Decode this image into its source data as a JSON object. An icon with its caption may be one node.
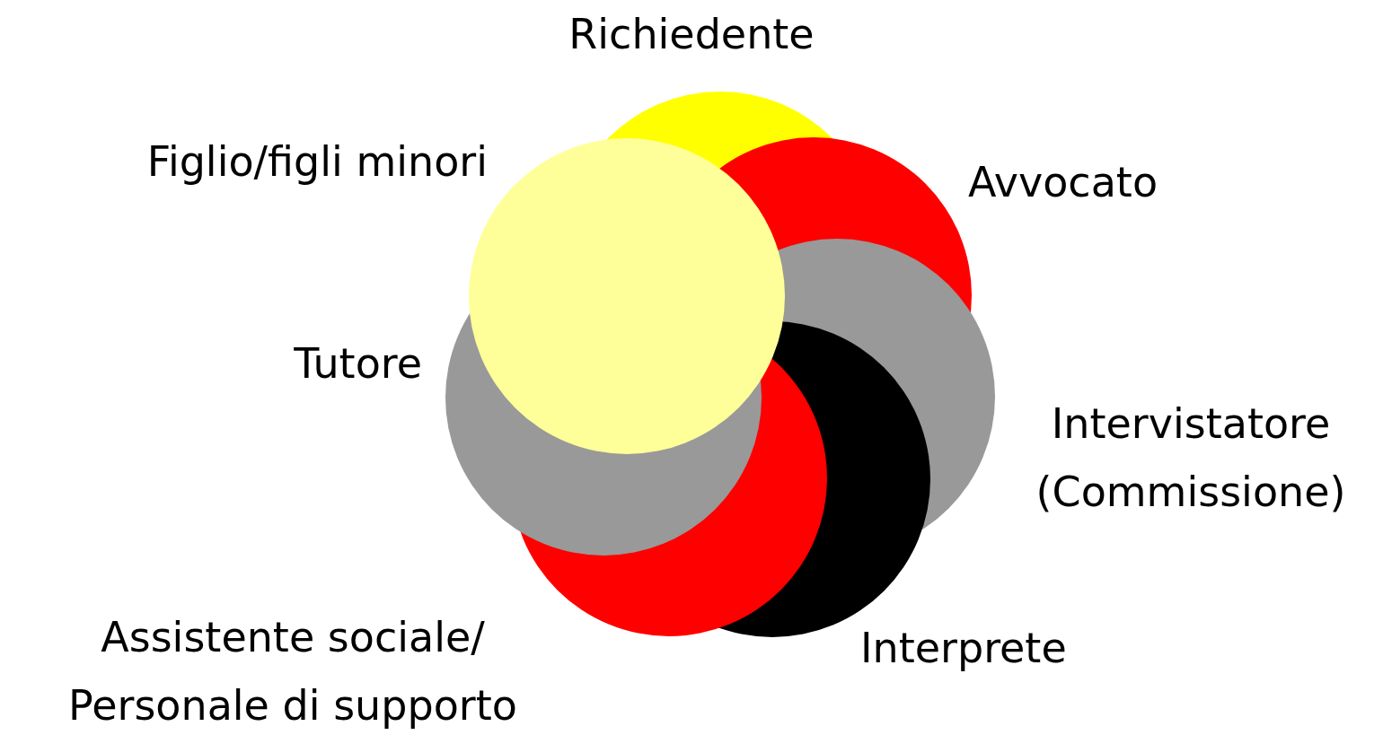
{
  "diagram": {
    "nodes": [
      {
        "text": [],
        "shape": "circle",
        "beside": [
          "Richiedente"
        ]
      },
      {
        "text": [],
        "shape": "circle",
        "beside": [
          "Avvocato"
        ]
      },
      {
        "text": [],
        "shape": "circle",
        "beside": [
          "Intervistatore (Commissione)"
        ]
      },
      {
        "text": [],
        "shape": "circle",
        "beside": [
          "Interprete"
        ]
      },
      {
        "text": [],
        "shape": "circle",
        "beside": [
          "Assistente sociale/ Personale di supporto"
        ]
      },
      {
        "text": [],
        "shape": "circle",
        "beside": [
          "Tutore"
        ]
      },
      {
        "text": [],
        "shape": "circle",
        "beside": [
          "Figlio/figli minori"
        ]
      }
    ]
  }
}
